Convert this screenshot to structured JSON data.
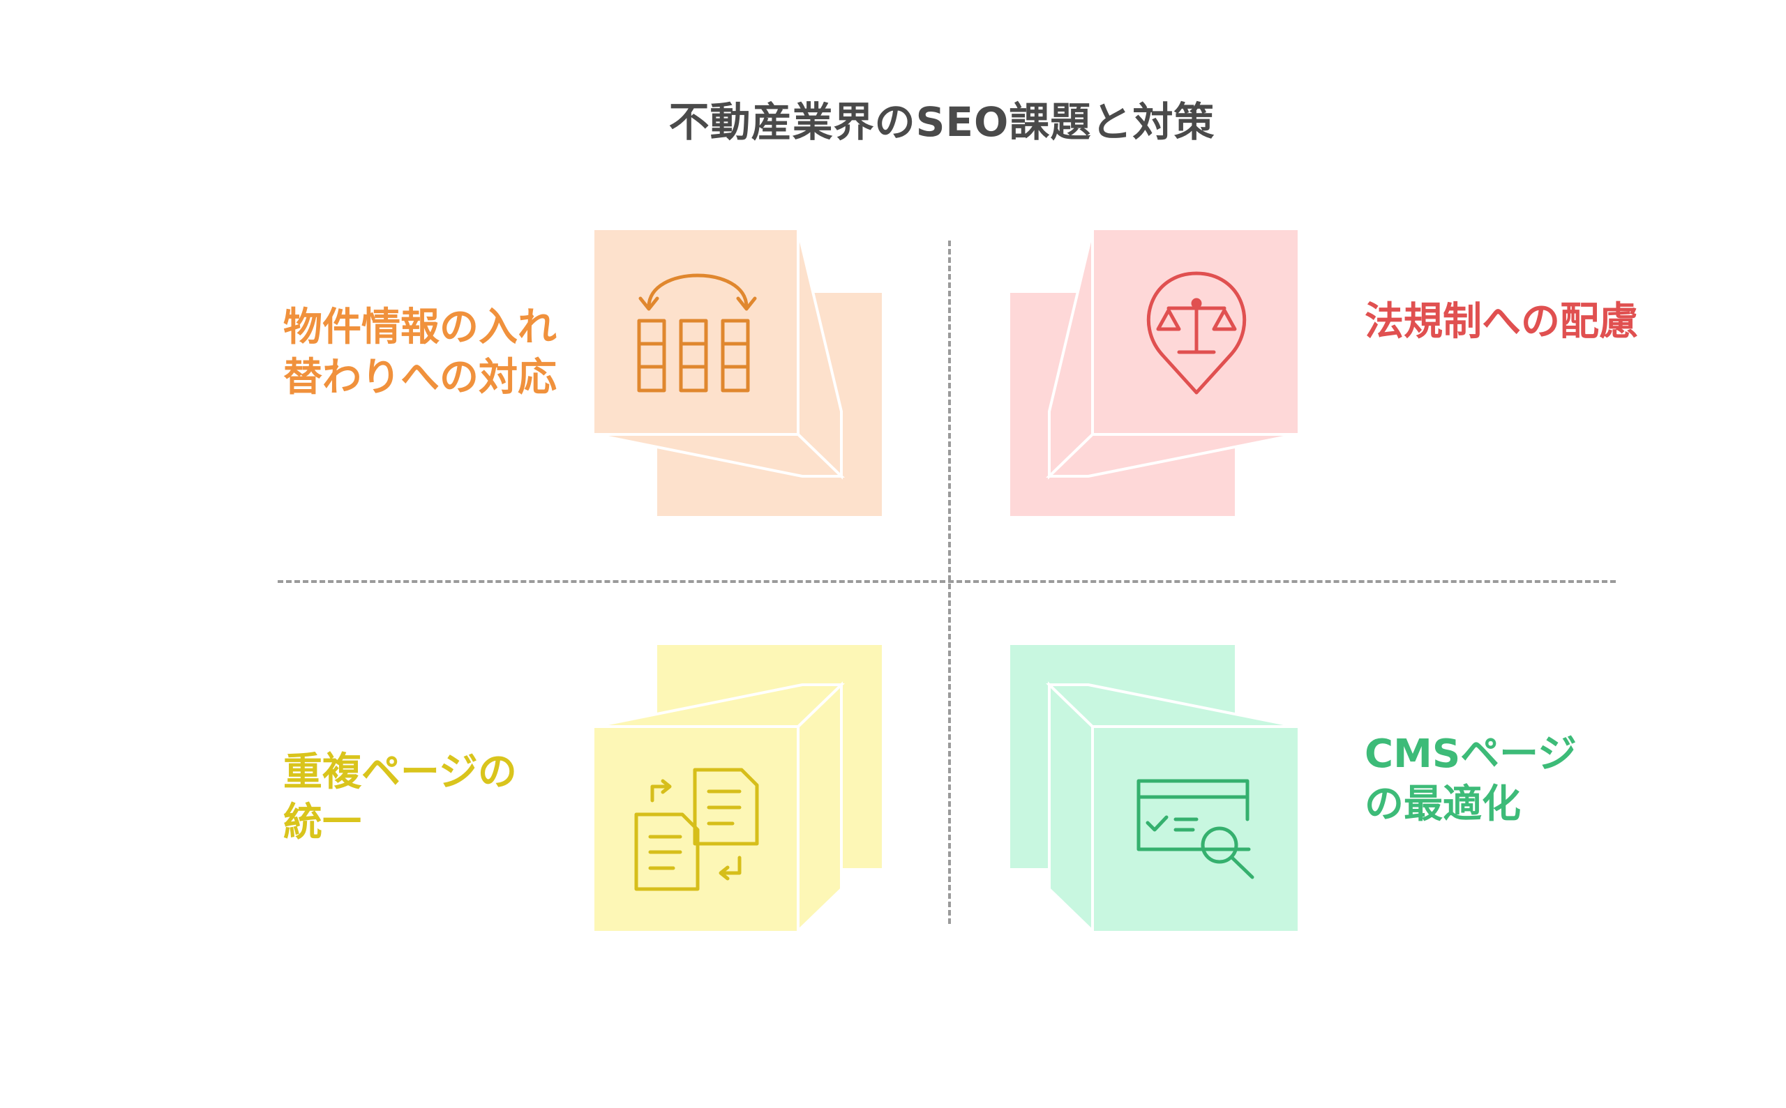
{
  "title": "不動産業界のSEO課題と対策",
  "quadrants": [
    {
      "label": "物件情報の入れ\n替わりへの対応",
      "color": "#f0913c",
      "fill": "#fde1cc",
      "icon": "table-arrows-icon"
    },
    {
      "label": "法規制への配慮",
      "color": "#e05050",
      "fill": "#fed8d8",
      "icon": "scale-pin-icon"
    },
    {
      "label": "重複ページの\n統一",
      "color": "#d9c41c",
      "fill": "#fdf7b6",
      "icon": "duplicate-documents-icon"
    },
    {
      "label": "CMSページ\nの最適化",
      "color": "#3dbb78",
      "fill": "#c8f7e0",
      "icon": "browser-search-icon"
    }
  ]
}
